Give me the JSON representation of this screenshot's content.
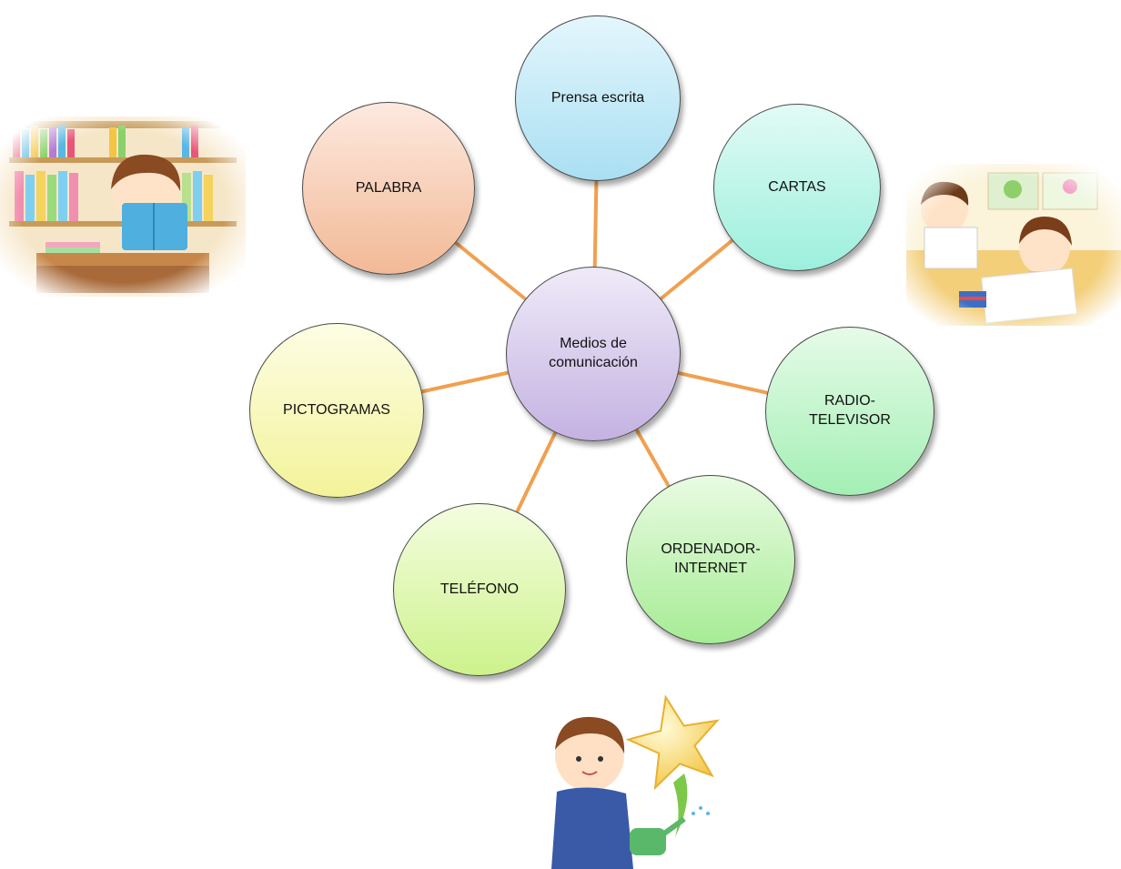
{
  "diagram": {
    "center": {
      "label": "Medios de\ncomunicación",
      "color_top": "#efeaf8",
      "color_bottom": "#c4b2e2"
    },
    "connector_color": "#f0a050",
    "nodes": [
      {
        "id": "prensa",
        "label": "Prensa escrita",
        "color_top": "#e4f6fd",
        "color_bottom": "#a9dff2"
      },
      {
        "id": "cartas",
        "label": "CARTAS",
        "color_top": "#e2fbf6",
        "color_bottom": "#9cefdc"
      },
      {
        "id": "radio",
        "label": "RADIO-\nTELEVISOR",
        "color_top": "#e6fbe8",
        "color_bottom": "#a3efb4"
      },
      {
        "id": "ordenador",
        "label": "ORDENADOR-\nINTERNET",
        "color_top": "#e9fbe2",
        "color_bottom": "#a6ec95"
      },
      {
        "id": "telefono",
        "label": "TELÉFONO",
        "color_top": "#f4fde0",
        "color_bottom": "#cdf28c"
      },
      {
        "id": "pictogramas",
        "label": "PICTOGRAMAS",
        "color_top": "#fdfde4",
        "color_bottom": "#f3f39a"
      },
      {
        "id": "palabra",
        "label": "PALABRA",
        "color_top": "#fde9df",
        "color_bottom": "#f2b996"
      }
    ]
  },
  "illustrations": [
    {
      "id": "child-reading",
      "icon": "child-reading-books-illustration"
    },
    {
      "id": "children-drawing",
      "icon": "children-drawing-illustration"
    },
    {
      "id": "child-watering-star",
      "icon": "child-watering-star-illustration"
    }
  ]
}
